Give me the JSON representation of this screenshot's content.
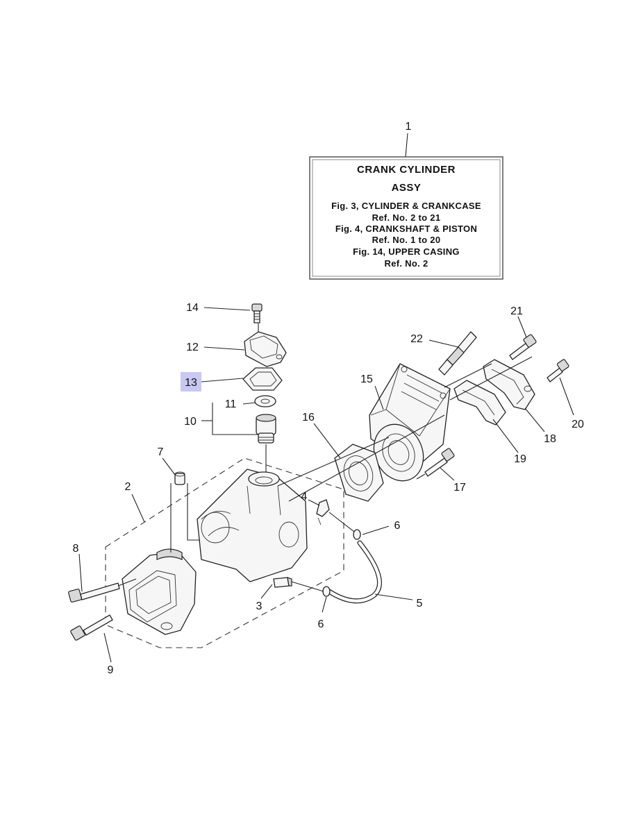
{
  "info_box": {
    "ref": "1",
    "title_line1": "CRANK  CYLINDER",
    "title_line2": "ASSY",
    "lines": [
      "Fig. 3, CYLINDER & CRANKCASE",
      "Ref. No. 2 to 21",
      "Fig. 4, CRANKSHAFT & PISTON",
      "Ref. No. 1 to 20",
      "Fig. 14, UPPER CASING",
      "Ref. No. 2"
    ]
  },
  "callouts": {
    "c2": "2",
    "c3": "3",
    "c4": "4",
    "c5": "5",
    "c6a": "6",
    "c6b": "6",
    "c7": "7",
    "c8": "8",
    "c9": "9",
    "c10": "10",
    "c11": "11",
    "c12": "12",
    "c13": "13",
    "c14": "14",
    "c15": "15",
    "c16": "16",
    "c17": "17",
    "c18": "18",
    "c19": "19",
    "c20": "20",
    "c21": "21",
    "c22": "22"
  },
  "highlighted_ref": "13",
  "colors": {
    "highlight": "#c8c8f2",
    "line": "#222222"
  }
}
